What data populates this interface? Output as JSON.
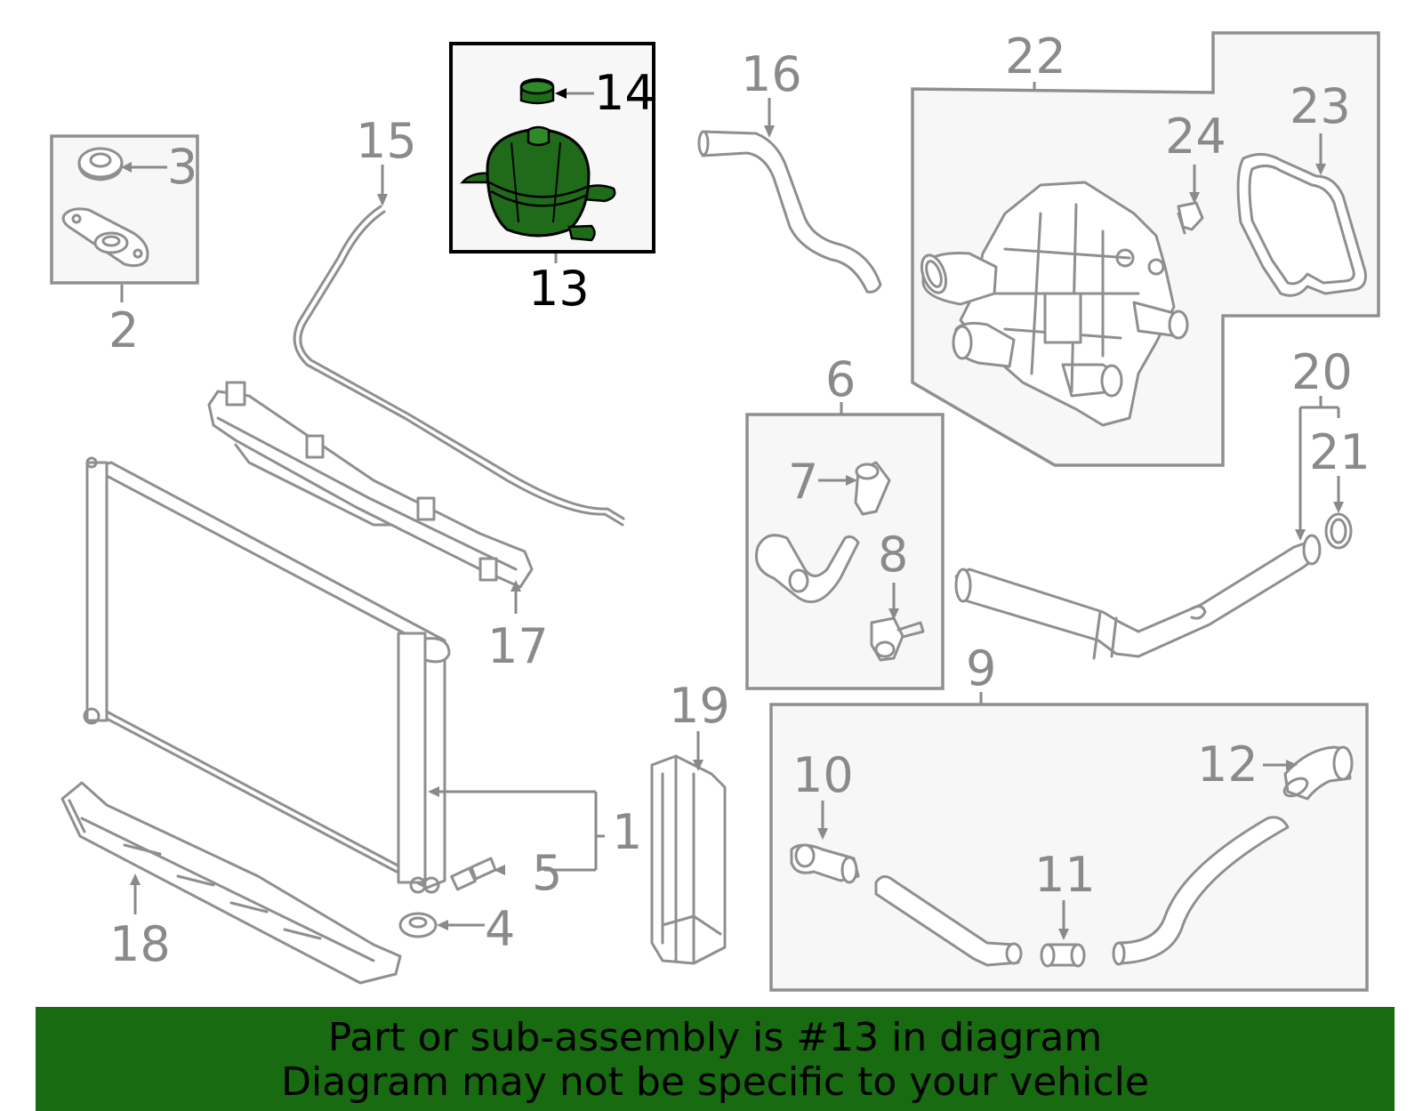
{
  "diagram": {
    "selected_part": "13",
    "selected_color": "#1f6b1a",
    "callouts": {
      "c1": "1",
      "c2": "2",
      "c3": "3",
      "c4": "4",
      "c5": "5",
      "c6": "6",
      "c7": "7",
      "c8": "8",
      "c9": "9",
      "c10": "10",
      "c11": "11",
      "c12": "12",
      "c13": "13",
      "c14": "14",
      "c15": "15",
      "c16": "16",
      "c17": "17",
      "c18": "18",
      "c19": "19",
      "c20": "20",
      "c21": "21",
      "c22": "22",
      "c23": "23",
      "c24": "24"
    }
  },
  "banner": {
    "line1": "Part or sub-assembly is #13 in diagram",
    "line2": "Diagram may not be specific to your vehicle",
    "background": "#186b10"
  }
}
